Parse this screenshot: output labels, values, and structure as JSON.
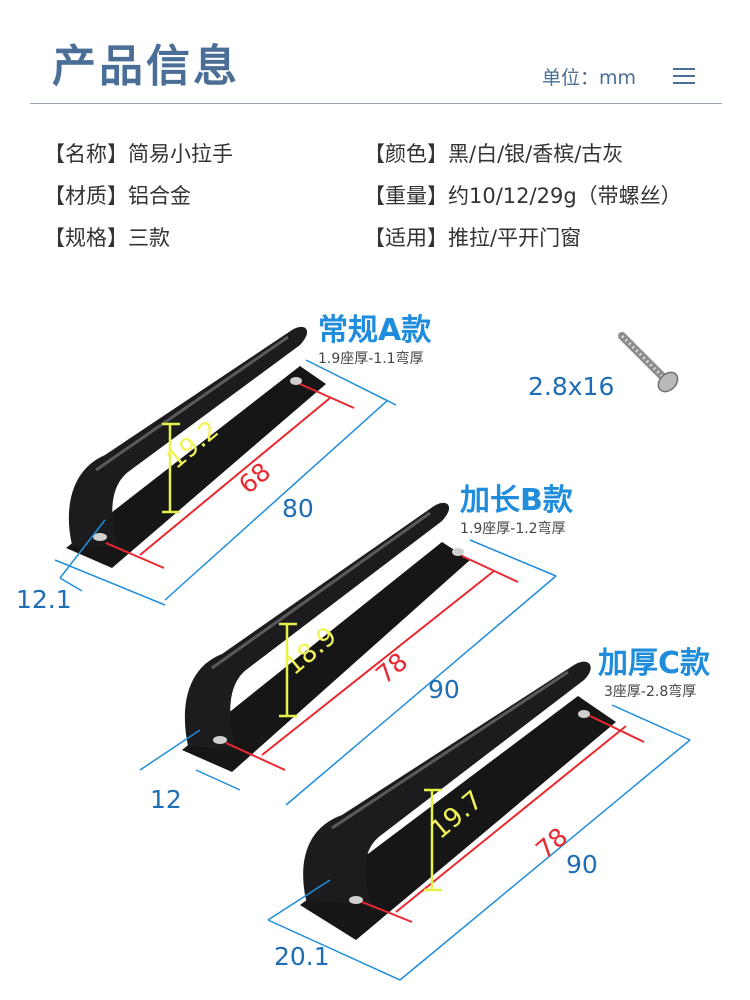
{
  "header": {
    "title": "产品信息",
    "unit": "单位：mm"
  },
  "specs": {
    "name": "【名称】简易小拉手",
    "material": "【材质】铝合金",
    "size": "【规格】三款",
    "color": "【颜色】黑/白/银/香槟/古灰",
    "weight": "【重量】约10/12/29g（带螺丝）",
    "usage": "【适用】推拉/平开门窗"
  },
  "models": {
    "a": {
      "title": "常规A款",
      "sub": "1.9座厚-1.1弯厚",
      "height": "19.2",
      "hole_spacing": "68",
      "length": "80",
      "width": "12.1"
    },
    "b": {
      "title": "加长B款",
      "sub": "1.9座厚-1.2弯厚",
      "height": "18.9",
      "hole_spacing": "78",
      "length": "90",
      "width": "12"
    },
    "c": {
      "title": "加厚C款",
      "sub": "3座厚-2.8弯厚",
      "height": "19.7",
      "hole_spacing": "78",
      "length": "90",
      "width": "20.1"
    }
  },
  "screw": {
    "label": "2.8x16"
  },
  "colors": {
    "title": "#4a6e96",
    "model_title": "#1f8ddb",
    "dimension_blue": "#1f6eb5",
    "red_line": "#e8292f",
    "height_yellow": "#e6f24a",
    "handle": "#1b1b1d"
  },
  "icons": [
    "menu-icon",
    "screw-icon"
  ]
}
